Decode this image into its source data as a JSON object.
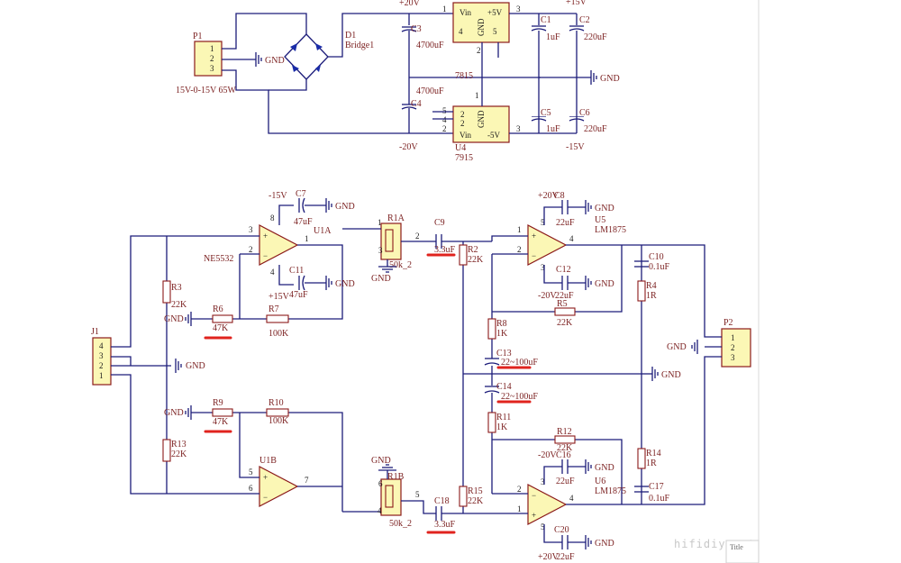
{
  "power": {
    "p1": {
      "name": "P1",
      "pins": [
        "1",
        "2",
        "3"
      ],
      "note": "15V-0-15V 65W"
    },
    "d1": {
      "name": "D1",
      "type": "Bridge1"
    },
    "c3": {
      "name": "C3",
      "value": "4700uF"
    },
    "c4": {
      "name": "C4",
      "value": "4700uF"
    },
    "u3": {
      "type": "7815",
      "vin": "Vin",
      "vout": "+5V",
      "gnd": "GND",
      "pins": [
        "1",
        "3",
        "2",
        "4",
        "5"
      ]
    },
    "u4": {
      "name": "U4",
      "type": "7915",
      "vin": "Vin",
      "vout": "-5V",
      "gnd": "GND",
      "pins": [
        "2",
        "2",
        "2",
        "4",
        "3",
        "1",
        "5"
      ]
    },
    "c1": {
      "name": "C1",
      "value": "1uF"
    },
    "c2": {
      "name": "C2",
      "value": "220uF"
    },
    "c5": {
      "name": "C5",
      "value": "1uF"
    },
    "c6": {
      "name": "C6",
      "value": "220uF"
    },
    "rails": {
      "pos20": "+20V",
      "neg20": "-20V",
      "pos15": "+15V",
      "neg15": "-15V"
    },
    "gnd": "GND"
  },
  "preamp": {
    "u1a": {
      "name": "U1A",
      "type": "NE5532",
      "pins": [
        "3",
        "2",
        "1"
      ]
    },
    "u1b": {
      "name": "U1B",
      "pins": [
        "5",
        "6",
        "7"
      ]
    },
    "c7": {
      "name": "C7",
      "value": "47uF",
      "rail": "-15V"
    },
    "c11": {
      "name": "C11",
      "value": "47uF",
      "rail": "+15V"
    },
    "r3": {
      "name": "R3",
      "value": "22K"
    },
    "r13": {
      "name": "R13",
      "value": "22K"
    },
    "r6": {
      "name": "R6",
      "value": "47K"
    },
    "r7": {
      "name": "R7",
      "value": "100K"
    },
    "r9": {
      "name": "R9",
      "value": "47K"
    },
    "r10": {
      "name": "R10",
      "value": "100K"
    },
    "pin8": "8",
    "pin4": "4"
  },
  "j1": {
    "name": "J1",
    "pins": [
      "4",
      "3",
      "2",
      "1"
    ]
  },
  "pots": {
    "r1a": {
      "name": "R1A",
      "value": "50k_2",
      "pins": [
        "1",
        "2",
        "3"
      ]
    },
    "r1b": {
      "name": "R1B",
      "value": "50k_2",
      "pins": [
        "4",
        "5",
        "6"
      ]
    }
  },
  "coupling": {
    "c9": {
      "name": "C9",
      "value": "3.3uF"
    },
    "c18": {
      "name": "C18",
      "value": "3.3uF"
    }
  },
  "poweramp": {
    "u5": {
      "name": "U5",
      "type": "LM1875",
      "pins": [
        "1",
        "2",
        "3",
        "4",
        "5"
      ]
    },
    "u6": {
      "name": "U6",
      "type": "LM1875",
      "pins": [
        "2",
        "1",
        "5",
        "4",
        "3"
      ]
    },
    "c8": {
      "name": "C8",
      "value": "22uF",
      "rail": "+20V"
    },
    "c12": {
      "name": "C12",
      "value": "22uF",
      "rail": "-20V"
    },
    "c16": {
      "name": "C16",
      "value": "22uF",
      "rail": "-20V"
    },
    "c20": {
      "name": "C20",
      "value": "22uF",
      "rail": "+20V"
    },
    "r2": {
      "name": "R2",
      "value": "22K"
    },
    "r15": {
      "name": "R15",
      "value": "22K"
    },
    "r5": {
      "name": "R5",
      "value": "22K"
    },
    "r8": {
      "name": "R8",
      "value": "1K"
    },
    "r11": {
      "name": "R11",
      "value": "1K"
    },
    "r12": {
      "name": "R12",
      "value": "22K"
    },
    "c13": {
      "name": "C13",
      "value": "22~100uF"
    },
    "c14": {
      "name": "C14",
      "value": "22~100uF"
    },
    "r4": {
      "name": "R4",
      "value": "1R"
    },
    "r14": {
      "name": "R14",
      "value": "1R"
    },
    "c10": {
      "name": "C10",
      "value": "0.1uF"
    },
    "c17": {
      "name": "C17",
      "value": "0.1uF"
    }
  },
  "p2": {
    "name": "P2",
    "pins": [
      "1",
      "2",
      "3"
    ]
  },
  "watermark": "hifidiy.net",
  "title_block": "Title",
  "colors": {
    "wire": "#1c1c7a",
    "label": "#7a1f1f",
    "component_fill": "#fbf7b5",
    "highlight": "#e0231e"
  }
}
